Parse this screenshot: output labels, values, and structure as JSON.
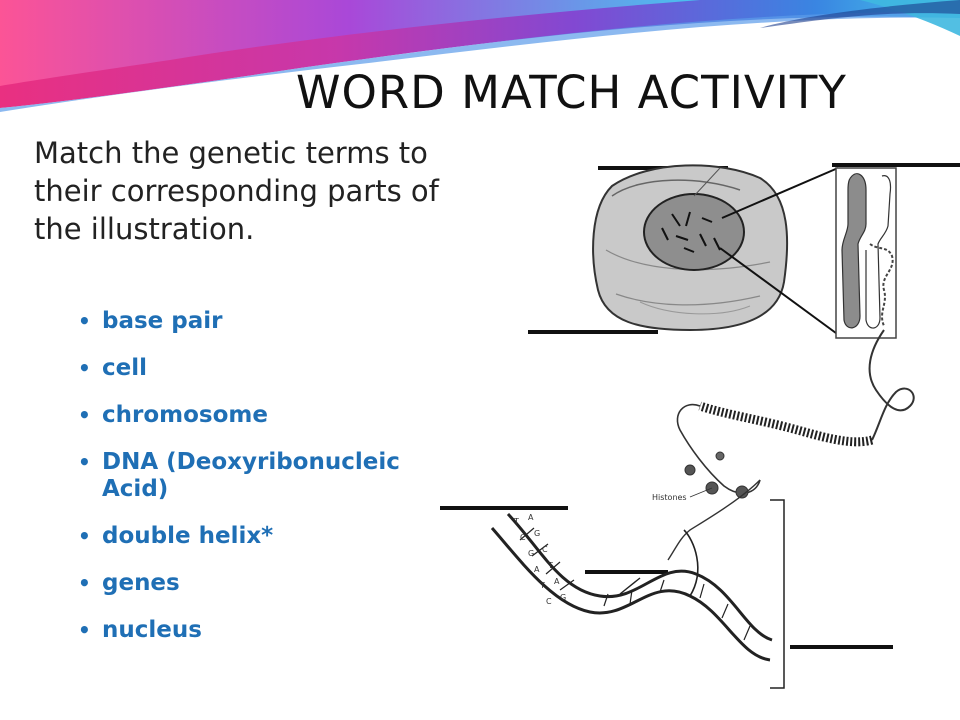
{
  "slide": {
    "title": "WORD MATCH ACTIVITY",
    "instructions": "Match the genetic terms to their corresponding parts of the illustration."
  },
  "terms": [
    {
      "label": "base pair"
    },
    {
      "label": "cell"
    },
    {
      "label": "chromosome"
    },
    {
      "label": "DNA (Deoxyribonucleic Acid)"
    },
    {
      "label": "double helix*"
    },
    {
      "label": "genes"
    },
    {
      "label": "nucleus"
    }
  ],
  "illustration": {
    "histones_label": "Histones",
    "base_letters": [
      "T",
      "A",
      "C",
      "G",
      "G",
      "C",
      "A",
      "T",
      "T",
      "A",
      "C",
      "G"
    ]
  },
  "colors": {
    "term_text": "#1f6fb5",
    "title_text": "#111111",
    "banner": [
      "#e4257a",
      "#8a2fc8",
      "#2b6fd6",
      "#33c7e8"
    ]
  }
}
